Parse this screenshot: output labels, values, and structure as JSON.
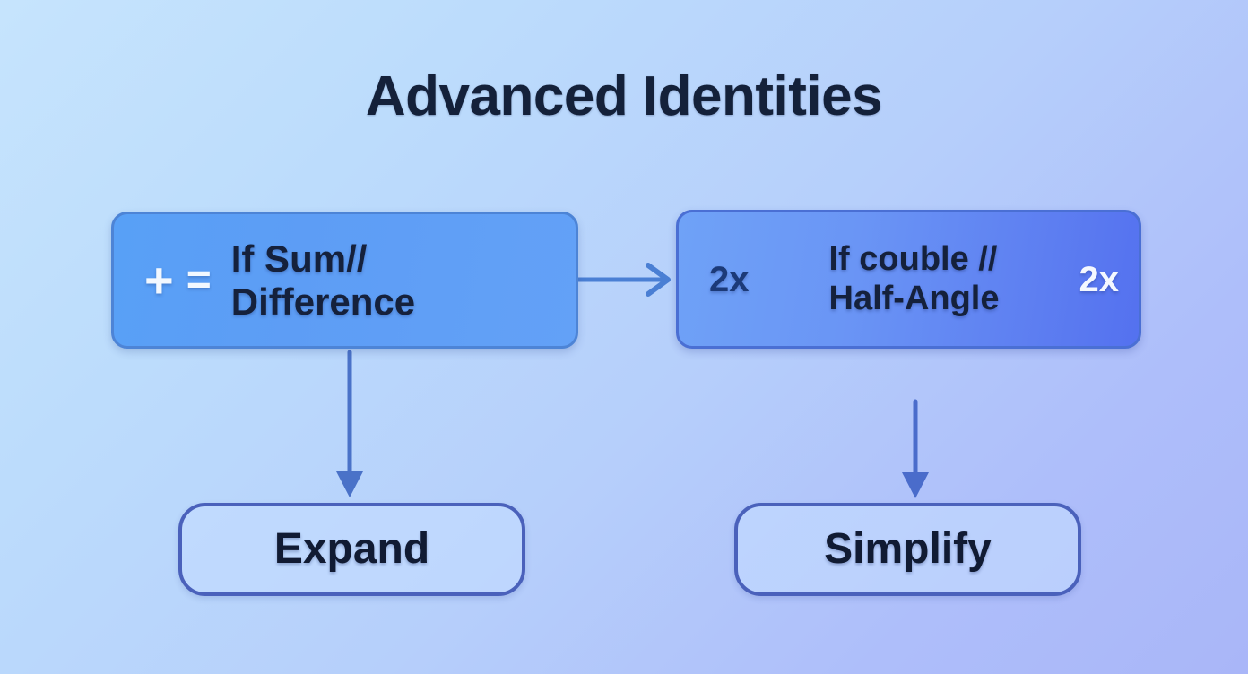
{
  "page": {
    "title": "Advanced Identities",
    "background_from": "#c6e4fd",
    "background_to": "#a9b6f8"
  },
  "diagram": {
    "nodes": [
      {
        "id": "sum-difference",
        "icons": {
          "plus": "+",
          "equals": "="
        },
        "lines": [
          "If Sum//",
          "Difference"
        ],
        "fill": "#5d9df5",
        "border": "#4d84d6",
        "text_color": "#15213c",
        "icon_color": "#f2f8ff"
      },
      {
        "id": "double-half-angle",
        "badge_left": "2x",
        "badge_right": "2x",
        "lines": [
          "If couble //",
          "Half-Angle"
        ],
        "fill": "#6a95f5",
        "border": "#4a6fd4",
        "text_color": "#15213c",
        "badge_left_color": "#1c3a78",
        "badge_right_color": "#f4f8ff"
      },
      {
        "id": "expand",
        "label": "Expand",
        "fill": "#c4dbff",
        "border": "#4a61bb",
        "text_color": "#111b33"
      },
      {
        "id": "simplify",
        "label": "Simplify",
        "fill": "#c4dbff",
        "border": "#4a61bb",
        "text_color": "#111b33"
      }
    ],
    "connectors": [
      {
        "id": "sum-difference-to-double-half-angle",
        "direction": "right",
        "color": "#4a7fd4"
      },
      {
        "id": "sum-difference-to-expand",
        "direction": "down",
        "color": "#4a72c8"
      },
      {
        "id": "double-half-angle-to-simplify",
        "direction": "down",
        "color": "#4a6ccb"
      }
    ]
  }
}
